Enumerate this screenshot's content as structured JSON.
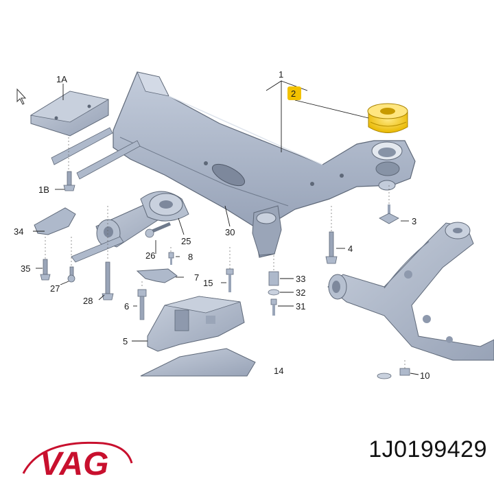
{
  "diagram": {
    "callouts": {
      "c1": "1",
      "c1a": "1A",
      "c1b": "1B",
      "c2": "2",
      "c3": "3",
      "c4": "4",
      "c5": "5",
      "c6": "6",
      "c7": "7",
      "c8": "8",
      "c10": "10",
      "c14": "14",
      "c15": "15",
      "c25": "25",
      "c26": "26",
      "c27": "27",
      "c28": "28",
      "c30": "30",
      "c31": "31",
      "c32": "32",
      "c33": "33",
      "c34": "34",
      "c35": "35"
    },
    "highlight_color": "#f2c200",
    "part_fill": "#aeb9cb",
    "part_edge": "#5e6878"
  },
  "brand": {
    "logo_text": "VAG",
    "logo_color": "#c8102e"
  },
  "part_number": "1J0199429"
}
